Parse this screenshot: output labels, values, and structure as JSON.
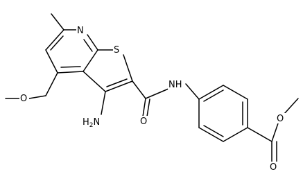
{
  "atoms": {
    "N_pyridine": "N",
    "S_thiophene": "S",
    "NH_amide": "NH",
    "NH2_amino": "H2N",
    "O_amide": "O",
    "O_ether": "O",
    "O_ester_single": "O",
    "O_ester_double": "O"
  },
  "colors": {
    "bond": "#000000",
    "label": "#000000",
    "background": "#ffffff"
  }
}
